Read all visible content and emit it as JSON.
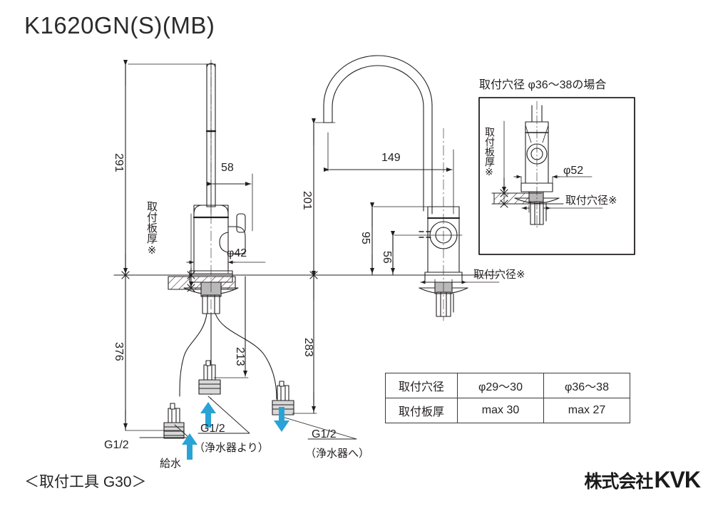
{
  "title": "K1620GN(S)(MB)",
  "brand": {
    "company_jp": "株式会社",
    "company_mark": "KVK"
  },
  "footer": {
    "tool_note": "＜取付工具 G30＞"
  },
  "front_view": {
    "height_total": "291",
    "height_below": "376",
    "handle_offset": "58",
    "body_diameter": "φ42",
    "plate_thickness_label": "取付板厚※",
    "hose_mid_length": "213",
    "hose_right_length": "283",
    "connector_left": {
      "thread": "G1/2",
      "note": "給水",
      "flow": "up"
    },
    "connector_mid": {
      "thread": "G1/2",
      "note": "（浄水器より）",
      "flow": "up"
    },
    "connector_right": {
      "thread": "G1/2",
      "note": "（浄水器へ）",
      "flow": "down"
    }
  },
  "side_view": {
    "spout_height": "201",
    "spout_reach": "149",
    "handle_height": "95",
    "outlet_height": "56",
    "hole_diameter_label": "取付穴径※"
  },
  "inset": {
    "caption": "取付穴径 φ36〜38の場合",
    "plate_thickness_label": "取付板厚※",
    "flange_diameter": "φ52",
    "hole_diameter_label": "取付穴径※"
  },
  "spec_table": {
    "rows": [
      {
        "header": "取付穴径",
        "col1": "φ29〜30",
        "col2": "φ36〜38"
      },
      {
        "header": "取付板厚",
        "col1": "max 30",
        "col2": "max 27"
      }
    ]
  },
  "colors": {
    "line": "#231f20",
    "arrow_blue": "#29a3d6",
    "background": "#ffffff"
  }
}
